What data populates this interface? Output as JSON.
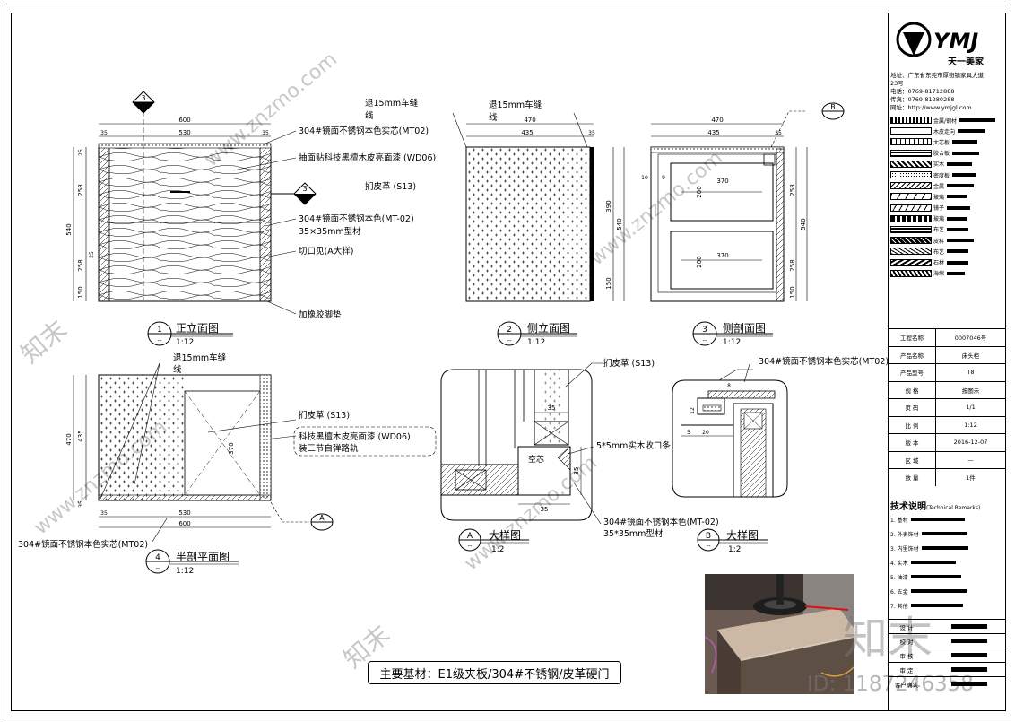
{
  "drawing": {
    "views": [
      {
        "num": "1",
        "sub": "--",
        "title": "正立面图",
        "scale": "1:12"
      },
      {
        "num": "2",
        "sub": "--",
        "title": "侧立面图",
        "scale": "1:12"
      },
      {
        "num": "3",
        "sub": "--",
        "title": "侧剖面图",
        "scale": "1:12"
      },
      {
        "num": "4",
        "sub": "--",
        "title": "半剖平面图",
        "scale": "1:12"
      },
      {
        "num": "A",
        "sub": "--",
        "title": "大样图",
        "scale": "1:2"
      },
      {
        "num": "B",
        "sub": "--",
        "title": "大样图",
        "scale": "1:2"
      }
    ],
    "callouts": {
      "mt02_a": "304#镜面不锈钢本色实芯(MT02)",
      "wd06_a": "抽面贴科技黑檀木皮亮面漆 (WD06)",
      "s13_a": "扪皮革 (S13)",
      "mt02_b": "304#镜面不锈钢本色(MT-02)",
      "profile_a": "35×35mm型材",
      "cut_a": "切口见(A大样)",
      "rubber": "加橡胶脚垫",
      "seam_a": "退15mm车缝",
      "seam_a2": "线",
      "seam_b": "退15mm车缝",
      "seam_b2": "线",
      "seam_c": "退15mm车缝",
      "seam_c2": "线",
      "s13_b": "扪皮革 (S13)",
      "wd06_b": "科技黑檀木皮亮面漆 (WD06)",
      "rail": "装三节自弹路轨",
      "mt02_c": "304#镜面不锈钢本色实芯(MT02)",
      "s13_c": "扪皮革 (S13)",
      "mt02_d": "304#镜面不锈钢本色实芯(MT02)",
      "solidwood": "5*5mm实木收口条",
      "mt02_e": "304#镜面不锈钢本色(MT-02)",
      "profile_b": "35*35mm型材",
      "hollow": "空芯"
    },
    "dims": {
      "v1_total": "600",
      "v1_side": "35",
      "v1_mid": "530",
      "v1_side2": "35",
      "v1_h": "540",
      "v1_h1": "258",
      "v1_h2": "258",
      "v1_h3": "150",
      "v1_top": "25",
      "v1_a": "25",
      "v2_total": "470",
      "v2_inner": "435",
      "v2_side": "35",
      "v2_h": "390",
      "v2_h2": "540",
      "v2_h3": "150",
      "v3_total": "470",
      "v3_inner": "435",
      "v3_side": "35",
      "v3_w": "370",
      "v3_w2": "370",
      "v3_h1": "200",
      "v3_h2": "200",
      "v3_r1": "258",
      "v3_r2": "258",
      "v3_r3": "150",
      "v3_left": "10",
      "v3_left2": "9",
      "v3_r": "540",
      "v4_total": "600",
      "v4_mid": "530",
      "v4_side": "35",
      "v4_h": "470",
      "v4_h2": "435",
      "v4_in": "370",
      "v4_b": "35",
      "a_35a": "35",
      "a_35b": "35",
      "a_35c": "35",
      "b_8": "8",
      "b_20": "20",
      "b_5": "5",
      "b_12": "12"
    },
    "material_note": "主要基材：E1级夹板/304#不锈钢/皮革硬门"
  },
  "titleblock": {
    "logo_text": "YMJ",
    "logo_sub": "天一美家",
    "address": [
      "地址：广东省东莞市厚街镇家具大道",
      "23号",
      "电话：0769-81712888",
      "传真：0769-81280288",
      "网址：http://www.ymjgl.com"
    ],
    "legend": [
      "金属/钢材",
      "木皮走向",
      "大芯板",
      "胶合板",
      "实木",
      "密度板",
      "金属",
      "玻璃",
      "镜子",
      "玻璃",
      "布艺",
      "皮料",
      "布艺",
      "石材",
      "海绵"
    ],
    "info": [
      {
        "k": "工程名称",
        "v": "0007046号"
      },
      {
        "k": "产品名称",
        "v": "床头柜"
      },
      {
        "k": "产品型号",
        "v": "T8"
      },
      {
        "k": "规 格",
        "v": "按图示"
      },
      {
        "k": "页 码",
        "v": "1/1"
      },
      {
        "k": "比 例",
        "v": "1:12"
      },
      {
        "k": "版 本",
        "v": "2016-12-07"
      },
      {
        "k": "区 域",
        "v": "—"
      },
      {
        "k": "数 量",
        "v": "1件"
      }
    ],
    "tech_title": "技术说明",
    "tech_sub": "(Technical Remarks)",
    "tech_items": [
      "1. 基材",
      "2. 外表饰材",
      "3. 内里饰材",
      "4. 实木",
      "5. 油漆",
      "6. 五金",
      "7. 其他"
    ],
    "signoff": [
      "设 计",
      "校 对",
      "审 核",
      "审 定",
      "客户确认"
    ]
  },
  "watermark": {
    "brand": "知末",
    "id": "ID: 1187246358",
    "site": "www.znzmo.com"
  }
}
